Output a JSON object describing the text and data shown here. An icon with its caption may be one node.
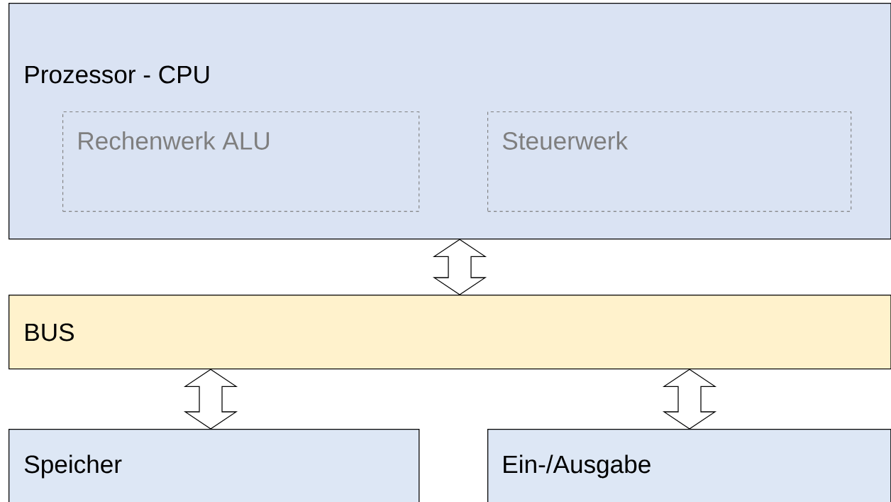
{
  "diagram": {
    "nodes": [
      {
        "text": [
          "Prozessor - CPU"
        ]
      },
      {
        "text": [
          "Rechenwerk ALU"
        ],
        "in": 0
      },
      {
        "text": [
          "Steuerwerk"
        ],
        "in": 0
      },
      {
        "text": [
          "BUS"
        ]
      },
      {
        "text": [
          "Speicher"
        ]
      },
      {
        "text": [
          "Ein-/Ausgabe"
        ]
      }
    ],
    "edges": [
      {
        "from": 0,
        "to": 3,
        "arrow": "both"
      },
      {
        "from": 3,
        "to": 4,
        "arrow": "both"
      },
      {
        "from": 3,
        "to": 5,
        "arrow": "both"
      }
    ]
  }
}
